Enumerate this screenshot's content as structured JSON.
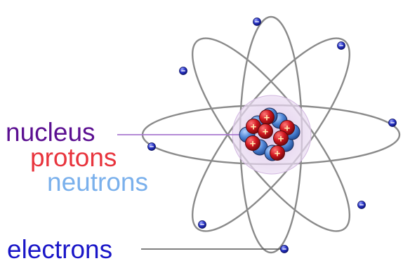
{
  "labels": {
    "nucleus": "nucleus",
    "protons": "protons",
    "neutrons": "neutrons",
    "electrons": "electrons"
  },
  "particles": {
    "proton_symbol": "+",
    "electron_symbol": "−"
  },
  "colors": {
    "background": "#ffffff",
    "nucleus_label": "#5b0f91",
    "protons_label": "#e8343d",
    "neutrons_label": "#7ab0ec",
    "electrons_label": "#1a16c8",
    "orbit": "#8a8a8a",
    "nucleus_halo": "#e8d8f0",
    "proton_fill": "#c8141c",
    "neutron_fill": "#4f86d6",
    "electron_fill": "#2a36c8"
  },
  "counts": {
    "orbits": 4,
    "electrons": 8,
    "protons": 7,
    "neutrons": 8
  }
}
